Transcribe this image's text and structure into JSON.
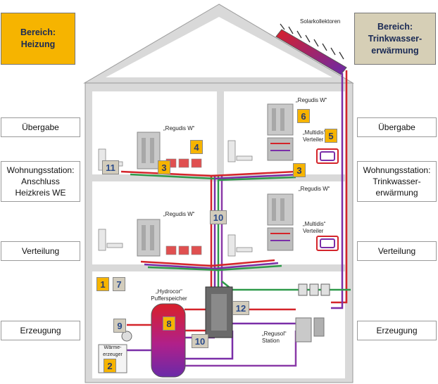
{
  "bereich_heizung": "Bereich:\nHeizung",
  "bereich_trinkwasser": "Bereich:\nTrinkwasser-\nerwärmung",
  "left_labels": [
    "Übergabe",
    "Wohnungsstation:\nAnschluss\nHeizkreis WE",
    "Verteilung",
    "Erzeugung"
  ],
  "right_labels": [
    "Übergabe",
    "Wohnungsstation:\nTrinkwasser-\nerwärmung",
    "Verteilung",
    "Erzeugung"
  ],
  "captions": {
    "solar": "Solarkollektoren",
    "regudis_w": "„Regudis W“",
    "multidis": "„Multidis“\nVerteiler",
    "hydrocor": "„Hydrocor“\nPufferspeicher",
    "regusol": "„Regusol“\nStation",
    "waermeerzeuger": "Wärme-\nerzeuger"
  },
  "badges": {
    "b1": "1",
    "b2": "2",
    "b3a": "3",
    "b3b": "3",
    "b4": "4",
    "b5": "5",
    "b6": "6",
    "b7": "7",
    "b8": "8",
    "b9": "9",
    "b10a": "10",
    "b10b": "10",
    "b11": "11",
    "b12": "12"
  },
  "colors": {
    "heating_flow": "#d4242a",
    "heating_return": "#7a2ea8",
    "cold_water": "#2e9a4a",
    "solar_pipe": "#8a3aa8",
    "badge_yellow": "#f6b400",
    "badge_gray": "#d2ccbc",
    "bereich_heizung_bg": "#f6b400",
    "bereich_trinkwasser_bg": "#d6cfb6"
  }
}
